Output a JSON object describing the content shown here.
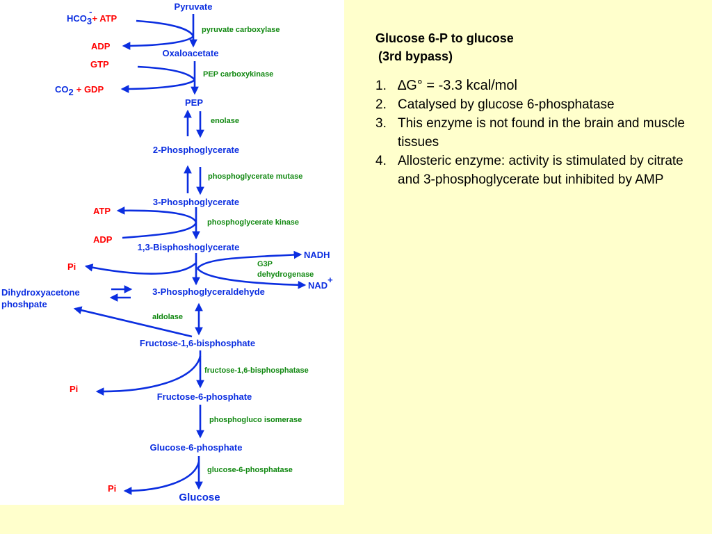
{
  "notes": {
    "title": "Glucose 6-P to glucose",
    "subtitle": "(3rd bypass)",
    "items": [
      {
        "num": "1.",
        "text": "∆G° = -3.3 kcal/mol"
      },
      {
        "num": "2.",
        "text": "Catalysed by glucose 6-phosphatase"
      },
      {
        "num": "3.",
        "text": "This enzyme is not found in the brain and muscle tissues"
      },
      {
        "num": "4.",
        "text": "Allosteric enzyme: activity is stimulated by citrate and 3-phosphoglycerate but inhibited by AMP"
      }
    ]
  },
  "diagram": {
    "metabolites": {
      "pyruvate": "Pyruvate",
      "oxaloacetate": "Oxaloacetate",
      "pep": "PEP",
      "pg2": "2-Phosphoglycerate",
      "pg3": "3-Phosphoglycerate",
      "bpg": "1,3-Bisphoshoglycerate",
      "g3p": "3-Phosphoglyceraldehyde",
      "dhap_line1": "Dihydroxyacetone",
      "dhap_line2": "phoshpate",
      "f16bp": "Fructose-1,6-bisphosphate",
      "f6p": "Fructose-6-phosphate",
      "g6p": "Glucose-6-phosphate",
      "glucose": "Glucose"
    },
    "enzymes": {
      "pc": "pyruvate carboxylase",
      "pepck": "PEP carboxykinase",
      "enolase": "enolase",
      "pgm": "phosphoglycerate mutase",
      "pgk": "phosphoglycerate kinase",
      "g3pdh_line1": "G3P",
      "g3pdh_line2": "dehydrogenase",
      "aldolase": "aldolase",
      "fbpase": "fructose-1,6-bisphosphatase",
      "pgi": "phosphogluco isomerase",
      "g6pase": "glucose-6-phosphatase"
    },
    "cofactors": {
      "hco3": "HCO",
      "hco3_sub": "3",
      "hco3_sup": "-",
      "atp1": "+ ATP",
      "adp1": "ADP",
      "gtp": "GTP",
      "co2": "CO",
      "co2_sub": "2",
      "gdp": "+ GDP",
      "atp2": "ATP",
      "adp2": "ADP",
      "pi1": "Pi",
      "nadh": "NADH",
      "nad": "NAD",
      "nad_sup": "+",
      "pi2": "Pi",
      "pi3": "Pi"
    }
  }
}
